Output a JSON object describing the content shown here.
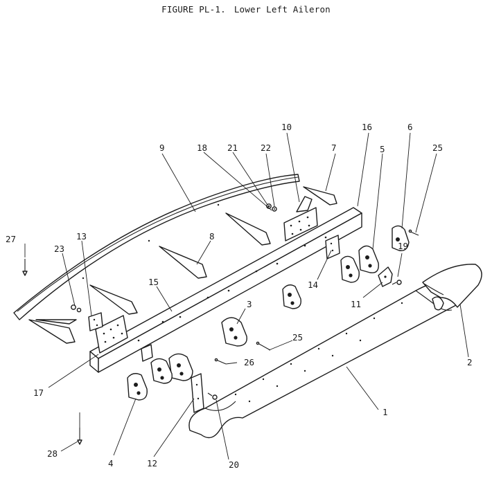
{
  "figure": {
    "title_prefix": "FIGURE PL-1.",
    "title": "Lower Left Aileron"
  },
  "callouts": {
    "c1": "1",
    "c2": "2",
    "c3": "3",
    "c4": "4",
    "c5": "5",
    "c6": "6",
    "c7": "7",
    "c8": "8",
    "c9": "9",
    "c10": "10",
    "c11": "11",
    "c12": "12",
    "c13": "13",
    "c14": "14",
    "c15": "15",
    "c16": "16",
    "c17": "17",
    "c18": "18",
    "c19": "19",
    "c20": "20",
    "c21": "21",
    "c22": "22",
    "c23": "23",
    "c25a": "25",
    "c25b": "25",
    "c26": "26",
    "c27": "27",
    "c28": "28"
  }
}
